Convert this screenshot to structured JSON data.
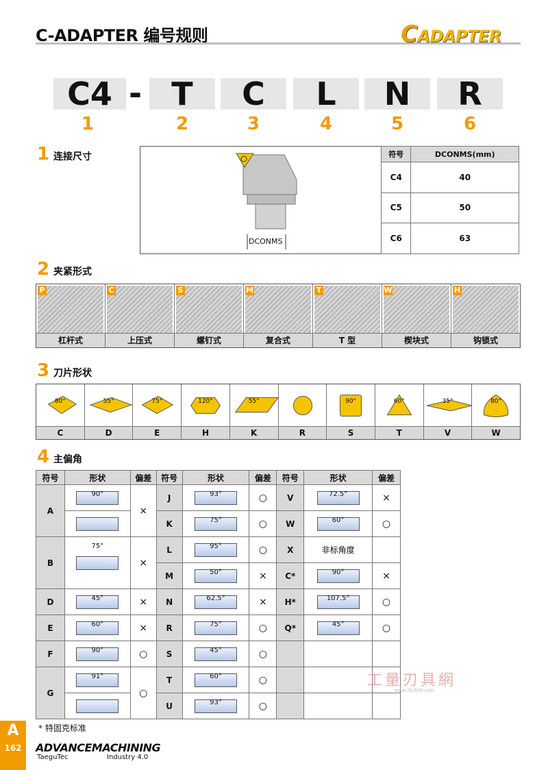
{
  "header": {
    "title": "C-ADAPTER 编号规则",
    "logo_first": "C",
    "logo_rest": "ADAPTER"
  },
  "code": {
    "segments": [
      {
        "text": "C4",
        "num": "1"
      },
      {
        "text": "T",
        "num": "2"
      },
      {
        "text": "C",
        "num": "3"
      },
      {
        "text": "L",
        "num": "4"
      },
      {
        "text": "N",
        "num": "5"
      },
      {
        "text": "R",
        "num": "6"
      }
    ],
    "dash": "-"
  },
  "sec1": {
    "num": "1",
    "title": "连接尺寸",
    "dim_label": "DCONMS",
    "headers": [
      "符号",
      "DCONMS(mm)"
    ],
    "rows": [
      [
        "C4",
        "40"
      ],
      [
        "C5",
        "50"
      ],
      [
        "C6",
        "63"
      ]
    ]
  },
  "sec2": {
    "num": "2",
    "title": "夹紧形式",
    "items": [
      {
        "code": "P",
        "label": "杠杆式"
      },
      {
        "code": "C",
        "label": "上压式"
      },
      {
        "code": "S",
        "label": "螺钉式"
      },
      {
        "code": "M",
        "label": "复合式"
      },
      {
        "code": "T",
        "label": "T 型"
      },
      {
        "code": "W",
        "label": "楔块式"
      },
      {
        "code": "H",
        "label": "钩锁式"
      }
    ]
  },
  "sec3": {
    "num": "3",
    "title": "刀片形状",
    "items": [
      {
        "code": "C",
        "angle": "80°",
        "shape": "rhombus-80"
      },
      {
        "code": "D",
        "angle": "55°",
        "shape": "rhombus-55"
      },
      {
        "code": "E",
        "angle": "75°",
        "shape": "rhombus-75"
      },
      {
        "code": "H",
        "angle": "120°",
        "shape": "hexagon"
      },
      {
        "code": "K",
        "angle": "55°",
        "shape": "parallelogram"
      },
      {
        "code": "R",
        "angle": "",
        "shape": "round"
      },
      {
        "code": "S",
        "angle": "90°",
        "shape": "square"
      },
      {
        "code": "T",
        "angle": "60°",
        "shape": "triangle"
      },
      {
        "code": "V",
        "angle": "35°",
        "shape": "rhombus-35"
      },
      {
        "code": "W",
        "angle": "80°",
        "shape": "trigon"
      }
    ]
  },
  "sec4": {
    "num": "4",
    "title": "主偏角",
    "headers": [
      "符号",
      "形状",
      "偏差"
    ],
    "col1": [
      {
        "code": "A",
        "rows": [
          "90°",
          ""
        ],
        "dev": "×"
      },
      {
        "code": "B",
        "rows": [
          "75°"
        ],
        "dev": "×"
      },
      {
        "code": "D",
        "rows": [
          "45°"
        ],
        "dev": "×"
      },
      {
        "code": "E",
        "rows": [
          "60°"
        ],
        "dev": "×"
      },
      {
        "code": "F",
        "rows": [
          "90°"
        ],
        "dev": "○"
      },
      {
        "code": "G",
        "rows": [
          "91°",
          ""
        ],
        "dev": "○"
      }
    ],
    "col2": [
      {
        "code": "J",
        "angle": "93°",
        "dev": "○"
      },
      {
        "code": "K",
        "angle": "75°",
        "dev": "○"
      },
      {
        "code": "L",
        "angle": "95°",
        "dev": "○"
      },
      {
        "code": "M",
        "angle": "50°",
        "dev": "×"
      },
      {
        "code": "N",
        "angle": "62.5°",
        "dev": "×"
      },
      {
        "code": "R",
        "angle": "75°",
        "dev": "○"
      },
      {
        "code": "S",
        "angle": "45°",
        "dev": "○"
      },
      {
        "code": "T",
        "angle": "60°",
        "dev": "○"
      },
      {
        "code": "U",
        "angle": "93°",
        "dev": "○"
      }
    ],
    "col3": [
      {
        "code": "V",
        "angle": "72.5°",
        "dev": "×"
      },
      {
        "code": "W",
        "angle": "60°",
        "dev": "○"
      },
      {
        "code": "X",
        "text": "非标角度",
        "dev": ""
      },
      {
        "code": "C*",
        "angle": "90°",
        "dev": "×"
      },
      {
        "code": "H*",
        "angle": "107.5°",
        "dev": "○"
      },
      {
        "code": "Q*",
        "angle": "45°",
        "dev": "○"
      }
    ],
    "note": "* 特固克标准"
  },
  "footer": {
    "tab_letter": "A",
    "page": "162",
    "brand": "ADVANCEMACHINING",
    "sub1": "TaeguTec",
    "sub2": "Industry 4.0"
  },
  "watermark": {
    "text": "工量刃具網",
    "url": "www.GLRJW.com"
  },
  "colors": {
    "accent": "#f29b00",
    "insert": "#f5c400",
    "header_bg": "#d9d9d9"
  }
}
